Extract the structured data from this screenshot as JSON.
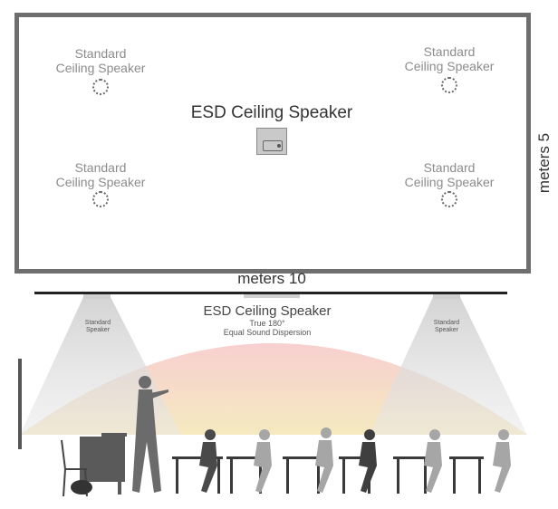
{
  "top_view": {
    "speakers": {
      "top_left": "Standard\nCeiling Speaker",
      "top_right": "Standard\nCeiling Speaker",
      "bottom_left": "Standard\nCeiling Speaker",
      "bottom_right": "Standard\nCeiling Speaker"
    },
    "esd_title": "ESD Ceiling Speaker",
    "width_label": "meters 10",
    "height_label": "meters 5"
  },
  "side_view": {
    "esd_title": "ESD Ceiling Speaker",
    "esd_sub_line1": "True 180°",
    "esd_sub_line2": "Equal Sound Dispersion",
    "left_speaker": "Standard\nSpeaker",
    "right_speaker": "Standard\nSpeaker"
  },
  "colors": {
    "frame": "#6e6e6e",
    "cone": "#d9d9d9",
    "dispersion_top": "#f6c7c7",
    "dispersion_bottom": "#f3e6b5",
    "silhouette": "#4a4a4a"
  }
}
